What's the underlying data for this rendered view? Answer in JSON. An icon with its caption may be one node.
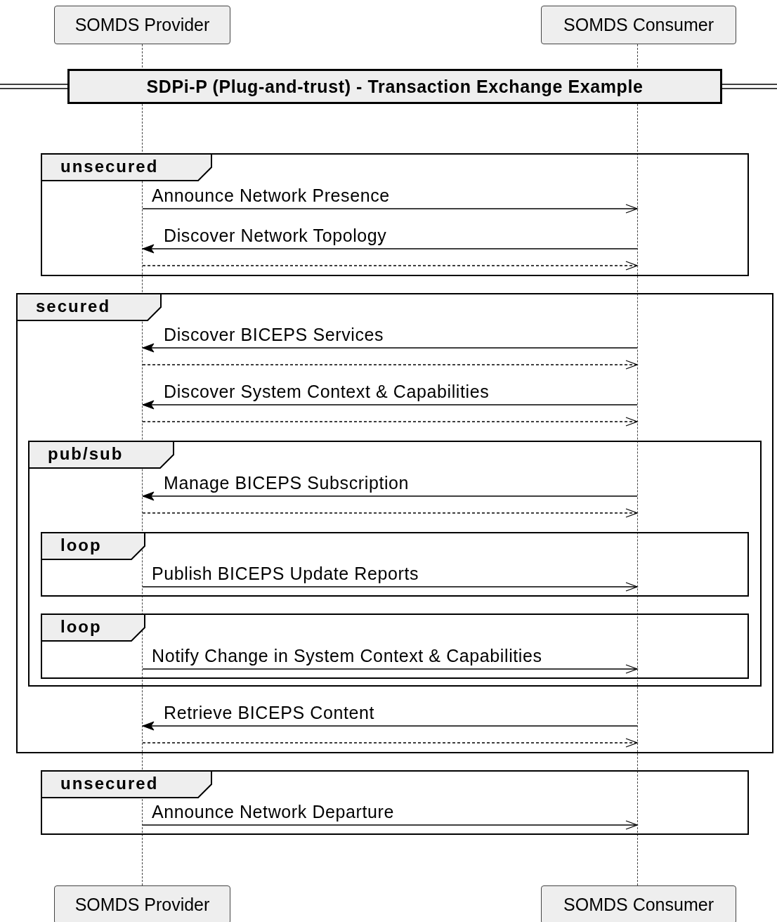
{
  "diagram": {
    "nodes": [
      {
        "text": [
          "SOMDS Provider"
        ]
      },
      {
        "text": [
          "SOMDS Consumer"
        ]
      },
      {
        "text": [
          "SDPi-P (Plug-and-trust) - Transaction Exchange Example"
        ]
      },
      {
        "text": [
          "unsecured"
        ]
      },
      {
        "text": [
          "secured"
        ]
      },
      {
        "text": [
          "pub/sub"
        ],
        "in": 4
      },
      {
        "text": [
          "loop"
        ],
        "in": 5
      },
      {
        "text": [
          "loop"
        ],
        "in": 5
      },
      {
        "text": [
          "unsecured"
        ]
      },
      {
        "text": [
          "SOMDS Provider"
        ]
      },
      {
        "text": [
          "SOMDS Consumer"
        ]
      },
      {
        "text": [],
        "shape": "line"
      },
      {
        "text": [],
        "shape": "line"
      }
    ],
    "edges": [
      {
        "from": 11,
        "to": 12,
        "arrow": "to",
        "label": "Announce Network Presence"
      },
      {
        "from": 12,
        "to": 11,
        "arrow": "to",
        "label": "Discover Network Topology"
      },
      {
        "from": 11,
        "to": 12,
        "arrow": "to",
        "style": "dashed"
      },
      {
        "from": 12,
        "to": 11,
        "arrow": "to",
        "label": "Discover BICEPS Services"
      },
      {
        "from": 11,
        "to": 12,
        "arrow": "to",
        "style": "dashed"
      },
      {
        "from": 12,
        "to": 11,
        "arrow": "to",
        "label": "Discover System Context & Capabilities"
      },
      {
        "from": 11,
        "to": 12,
        "arrow": "to",
        "style": "dashed"
      },
      {
        "from": 12,
        "to": 11,
        "arrow": "to",
        "label": "Manage BICEPS Subscription"
      },
      {
        "from": 11,
        "to": 12,
        "arrow": "to",
        "style": "dashed"
      },
      {
        "from": 11,
        "to": 12,
        "arrow": "to",
        "label": "Publish BICEPS Update Reports"
      },
      {
        "from": 11,
        "to": 12,
        "arrow": "to",
        "label": "Notify Change in System Context & Capabilities"
      },
      {
        "from": 12,
        "to": 11,
        "arrow": "to",
        "label": "Retrieve BICEPS Content"
      },
      {
        "from": 11,
        "to": 12,
        "arrow": "to",
        "style": "dashed"
      },
      {
        "from": 11,
        "to": 12,
        "arrow": "to",
        "label": "Announce Network Departure"
      }
    ]
  }
}
